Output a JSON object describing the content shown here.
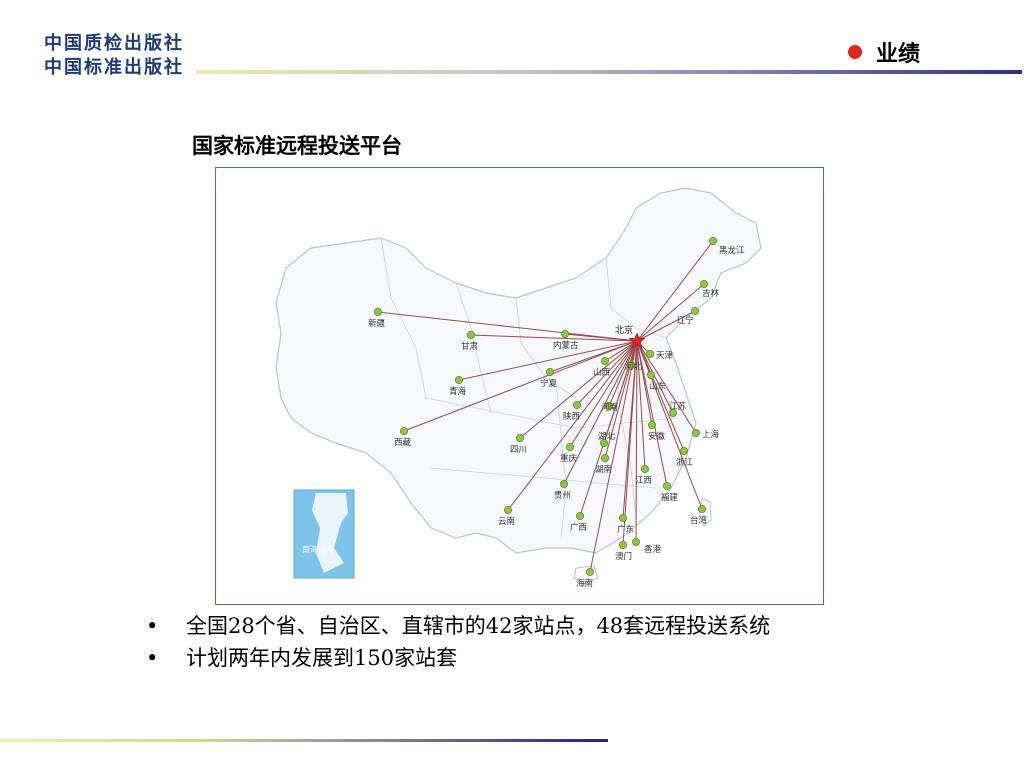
{
  "header": {
    "logo_line1": "中国质检出版社",
    "logo_line2": "中国标准出版社",
    "section_title": "业绩",
    "accent_color": "#e3261b"
  },
  "map": {
    "title": "国家标准远程投送平台",
    "hub": "北京",
    "inset_label": "南海诸岛",
    "provinces": [
      "黑龙江",
      "吉林",
      "辽宁",
      "新疆",
      "甘肃",
      "内蒙古",
      "天津",
      "河北",
      "山西",
      "宁夏",
      "山东",
      "青海",
      "陕西",
      "河南",
      "江苏",
      "安徽",
      "上海",
      "西藏",
      "四川",
      "湖北",
      "重庆",
      "浙江",
      "湖南",
      "江西",
      "贵州",
      "福建",
      "云南",
      "台湾",
      "广西",
      "广东",
      "香港",
      "澳门",
      "海南"
    ],
    "line_color": "#9a4a4a",
    "station_color": "#8dc63f"
  },
  "bullets": [
    "全国28个省、自治区、直辖市的42家站点，48套远程投送系统",
    "计划两年内发展到150家站套"
  ]
}
